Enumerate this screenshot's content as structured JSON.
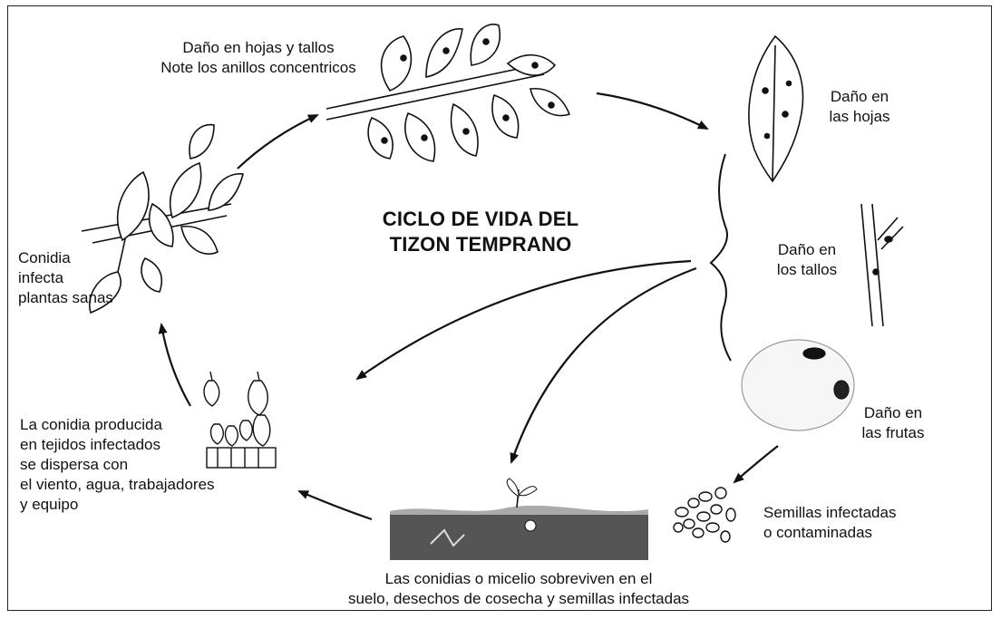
{
  "title": "CICLO DE VIDA DEL\nTIZON TEMPRANO",
  "labels": {
    "leaf_stem_damage": "Daño en  hojas y tallos\nNote los anillos concentricos",
    "leaf_damage": "Daño en\nlas hojas",
    "stem_damage": "Daño en\nlos tallos",
    "fruit_damage": "Daño en\nlas frutas",
    "infected_seeds": "Semillas infectadas\no contaminadas",
    "soil_survival": "Las conidias o micelio sobreviven en el\nsuelo, desechos de cosecha y semillas infectadas",
    "conidia_dispersal": "La conidia producida\nen tejidos infectados\nse dispersa con\nel viento, agua, trabajadores\ny equipo",
    "conidia_infects": "Conidia\ninfecta\nplantas sanas"
  }
}
